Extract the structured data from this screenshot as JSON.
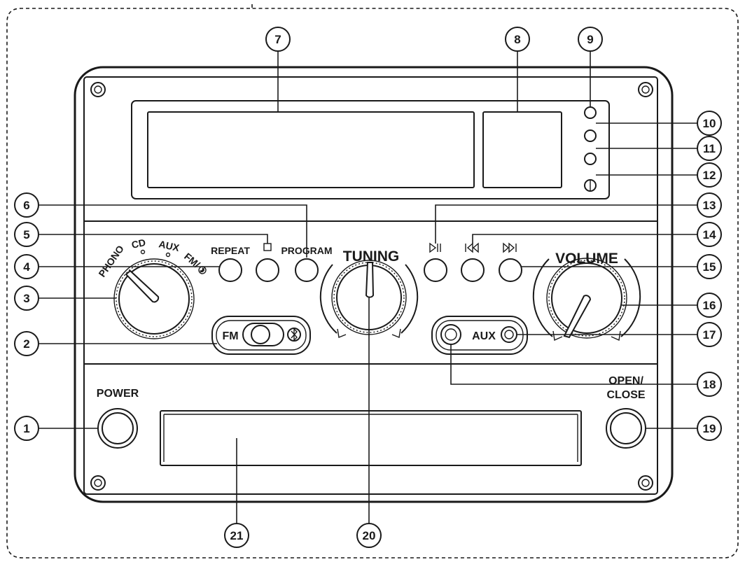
{
  "labels": {
    "power": "POWER",
    "open_close_line1": "OPEN/",
    "open_close_line2": "CLOSE",
    "repeat": "REPEAT",
    "program": "PROGRAM",
    "tuning": "TUNING",
    "volume": "VOLUME",
    "fm": "FM",
    "aux": "AUX",
    "source_phono": "PHONO",
    "source_cd": "CD",
    "source_aux": "AUX",
    "source_fm": "FM/"
  },
  "icons": {
    "stop": "stop-icon",
    "play_pause": "play-pause-icon",
    "prev": "skip-back-icon",
    "next": "skip-forward-icon",
    "bluetooth": "bluetooth-icon"
  },
  "callouts": [
    "1",
    "2",
    "3",
    "4",
    "5",
    "6",
    "7",
    "8",
    "9",
    "10",
    "11",
    "12",
    "13",
    "14",
    "15",
    "16",
    "17",
    "18",
    "19",
    "20",
    "21"
  ],
  "colors": {
    "ink": "#1a1a1a",
    "background": "#ffffff"
  }
}
